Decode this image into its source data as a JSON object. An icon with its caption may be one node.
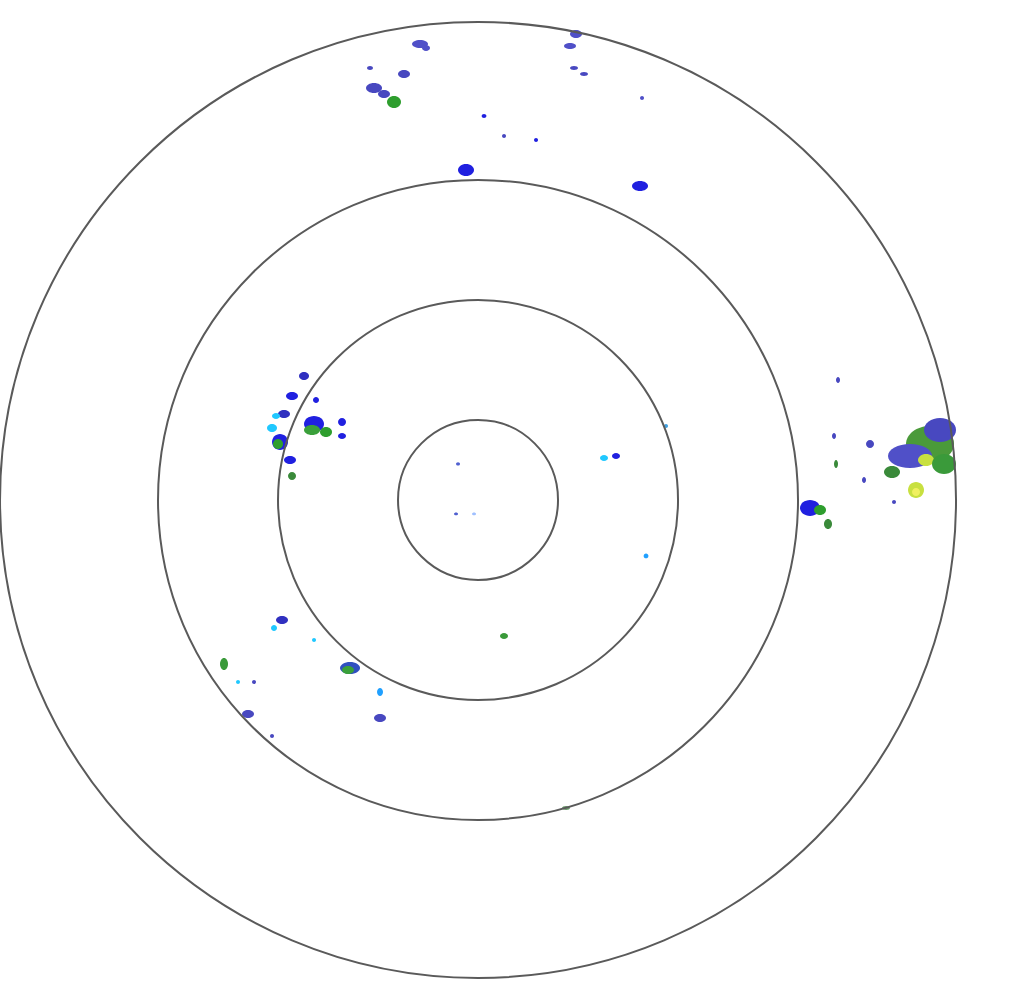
{
  "diagram": {
    "nodes": [
      {
        "text": [],
        "shape": "circle"
      },
      {
        "text": [],
        "shape": "circle",
        "in": 0
      },
      {
        "text": [],
        "shape": "circle",
        "in": 1
      },
      {
        "text": [],
        "shape": "circle",
        "in": 2
      }
    ]
  }
}
